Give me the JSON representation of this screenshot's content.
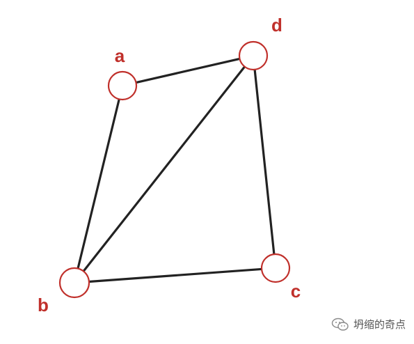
{
  "colors": {
    "node_stroke": "#c0302b",
    "label": "#c0302b",
    "edge": "#222222",
    "background": "#ffffff"
  },
  "graph": {
    "nodes": [
      {
        "id": "a",
        "label": "a"
      },
      {
        "id": "b",
        "label": "b"
      },
      {
        "id": "c",
        "label": "c"
      },
      {
        "id": "d",
        "label": "d"
      }
    ],
    "edges": [
      {
        "from": "a",
        "to": "d"
      },
      {
        "from": "a",
        "to": "b"
      },
      {
        "from": "b",
        "to": "d"
      },
      {
        "from": "b",
        "to": "c"
      },
      {
        "from": "c",
        "to": "d"
      }
    ]
  },
  "watermark": {
    "text": "坍缩的奇点",
    "icon": "wechat-icon"
  }
}
